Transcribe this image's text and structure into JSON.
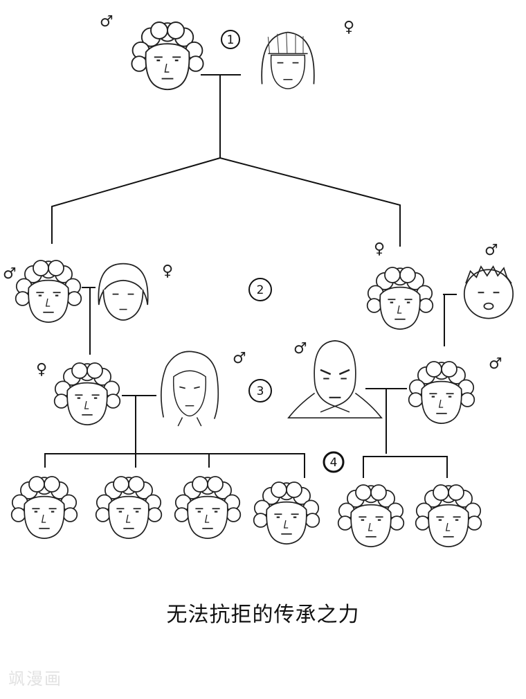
{
  "caption": "无法抗拒的传承之力",
  "watermark": "飒漫画",
  "generation_labels": [
    "1",
    "2",
    "3",
    "4"
  ],
  "symbols": {
    "male": "♂",
    "female": "♀"
  },
  "colors": {
    "ink": "#111111",
    "background": "#ffffff",
    "watermark": "#e2e2e2"
  },
  "people": [
    {
      "id": "g1-father",
      "sex": "male",
      "look": "curly"
    },
    {
      "id": "g1-mother",
      "sex": "female",
      "look": "straight-bob"
    },
    {
      "id": "g2-son",
      "sex": "male",
      "look": "curly"
    },
    {
      "id": "g2-son-wife",
      "sex": "female",
      "look": "short-bob"
    },
    {
      "id": "g2-daughter",
      "sex": "female",
      "look": "curly"
    },
    {
      "id": "g2-daughter-husband",
      "sex": "male",
      "look": "round-spiky"
    },
    {
      "id": "g3-granddaughter",
      "sex": "female",
      "look": "curly"
    },
    {
      "id": "g3-granddaughter-husband",
      "sex": "male",
      "look": "long-wavy"
    },
    {
      "id": "g3-grandson-wife",
      "sex": "male",
      "look": "bald-muscular"
    },
    {
      "id": "g3-grandson",
      "sex": "male",
      "look": "curly"
    },
    {
      "id": "g4-child-1",
      "sex": "",
      "look": "curly"
    },
    {
      "id": "g4-child-2",
      "sex": "",
      "look": "curly"
    },
    {
      "id": "g4-child-3",
      "sex": "",
      "look": "curly"
    },
    {
      "id": "g4-child-4",
      "sex": "",
      "look": "curly"
    },
    {
      "id": "g4-child-5",
      "sex": "",
      "look": "curly"
    },
    {
      "id": "g4-child-6",
      "sex": "",
      "look": "curly"
    }
  ]
}
